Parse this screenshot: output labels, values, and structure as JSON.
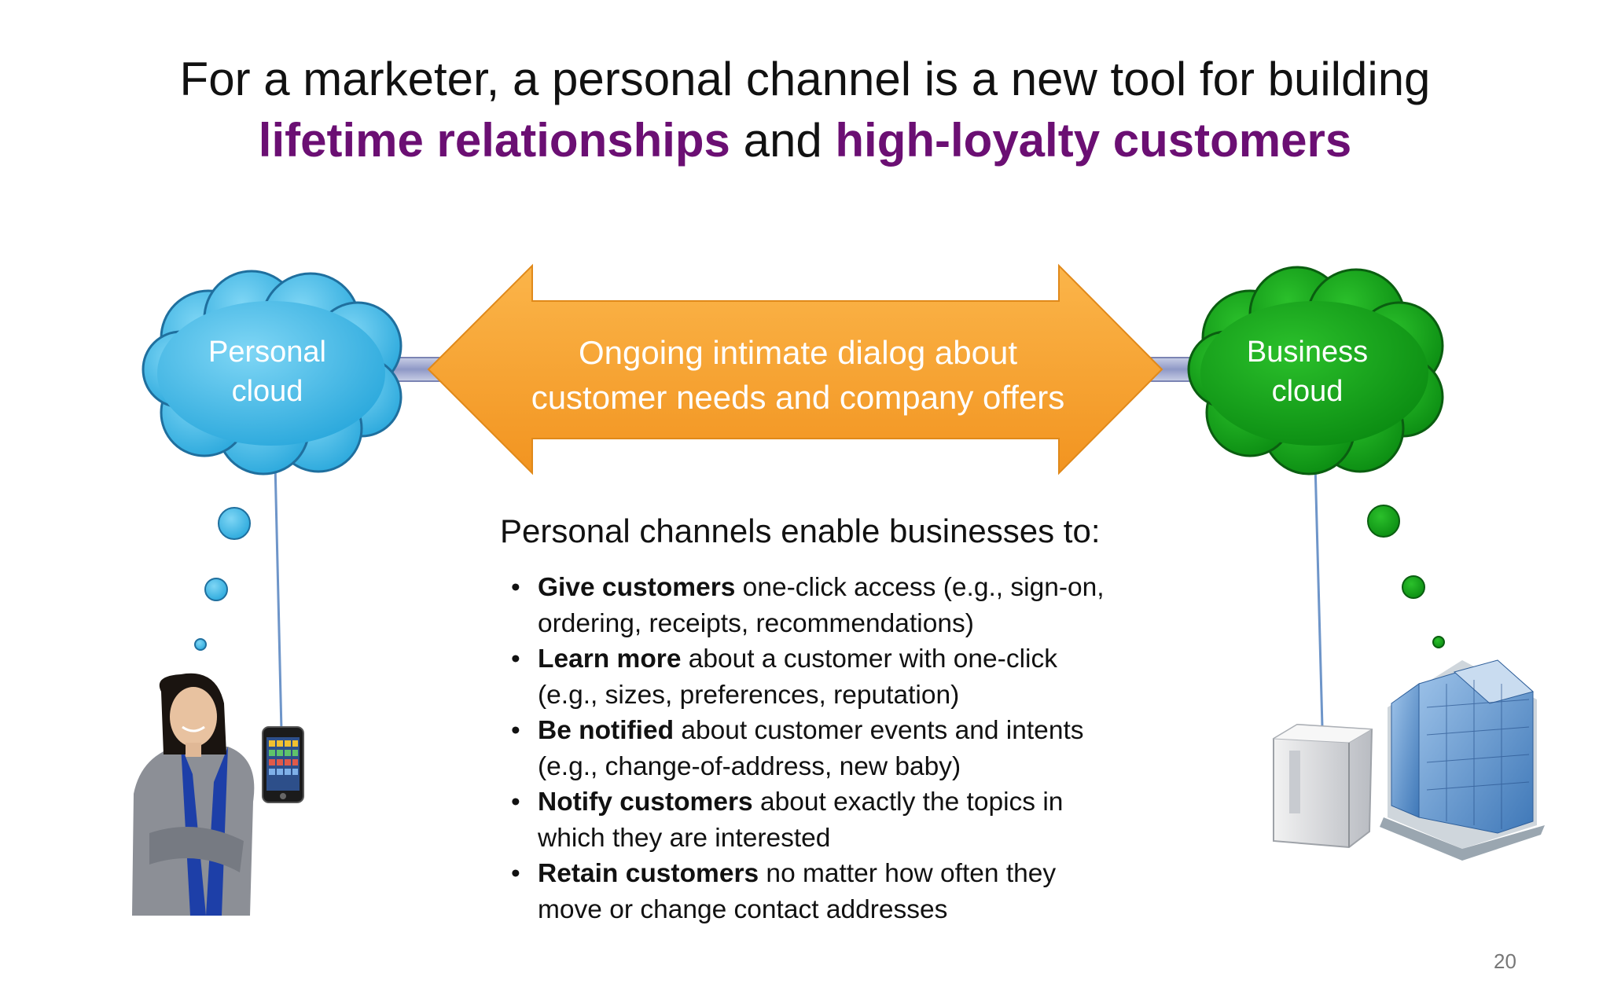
{
  "title": {
    "line1": "For a marketer, a personal channel is a new tool for building",
    "highlight1": "lifetime relationships",
    "connector": " and ",
    "highlight2": "high-loyalty customers"
  },
  "colors": {
    "highlight": "#6b0f73",
    "personal_cloud": "#3fb8e6",
    "business_cloud": "#16a31a",
    "arrow": "#f5a02a"
  },
  "personal_cloud": {
    "line1": "Personal",
    "line2": "cloud"
  },
  "business_cloud": {
    "line1": "Business",
    "line2": "cloud"
  },
  "arrow": {
    "line1": "Ongoing intimate dialog about",
    "line2": "customer needs and company offers"
  },
  "list": {
    "lead": "Personal channels enable businesses to:",
    "items": [
      {
        "bold": "Give customers",
        "rest": " one-click access (e.g., sign-on, ordering, receipts, recommendations)"
      },
      {
        "bold": "Learn more",
        "rest": " about a customer with one-click (e.g., sizes, preferences, reputation)"
      },
      {
        "bold": "Be notified",
        "rest": " about customer events and intents (e.g., change-of-address, new baby)"
      },
      {
        "bold": "Notify customers",
        "rest": " about exactly the topics in which they are interested"
      },
      {
        "bold": "Retain customers",
        "rest": " no matter how often they move or change contact addresses"
      }
    ]
  },
  "icons": [
    "woman-photo",
    "smartphone-icon",
    "server-icon",
    "office-building-icon"
  ],
  "page_number": "20"
}
